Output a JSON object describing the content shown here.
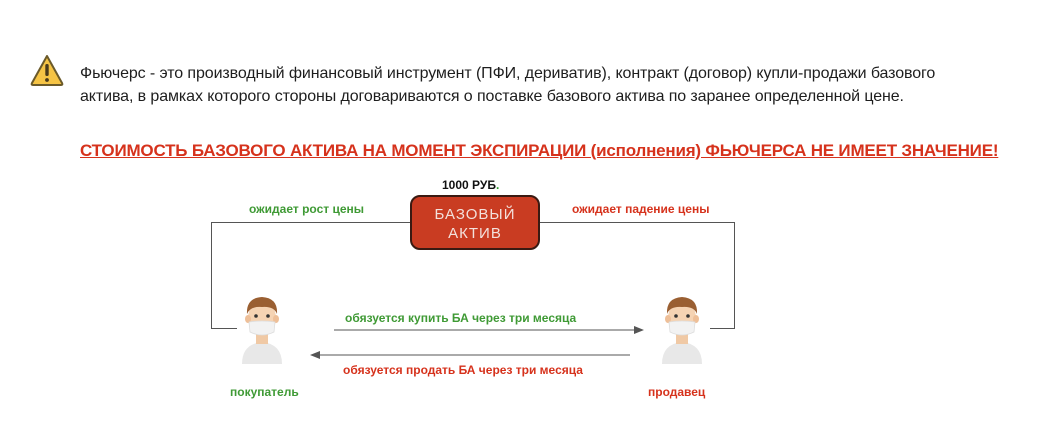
{
  "intro": {
    "text": "Фьючерс - это производный финансовый инструмент (ПФИ, дериватив), контракт (договор) купли-продажи базового актива, в рамках которого стороны договариваются о поставке базового актива по заранее определенной цене.",
    "headline": " СТОИМОСТЬ БАЗОВОГО АКТИВА НА МОМЕНТ ЭКСПИРАЦИИ (исполнения) ФЬЮЧЕРСА НЕ ИМЕЕТ ЗНАЧЕНИЕ!"
  },
  "diagram": {
    "price": "1000 РУБ",
    "price_dot": ".",
    "asset_line1": "БАЗОВЫЙ",
    "asset_line2": "АКТИВ",
    "buyer_expects": "ожидает рост цены",
    "seller_expects": "ожидает падение цены",
    "buyer_commit": "обязуется купить БА через три месяца",
    "seller_commit": "обязуется продать  БА через три месяца",
    "buyer": "покупатель",
    "seller": "продавец"
  },
  "colors": {
    "accent_red": "#d6321c",
    "accent_green": "#3f9a35",
    "asset_box": "#c93c22"
  }
}
